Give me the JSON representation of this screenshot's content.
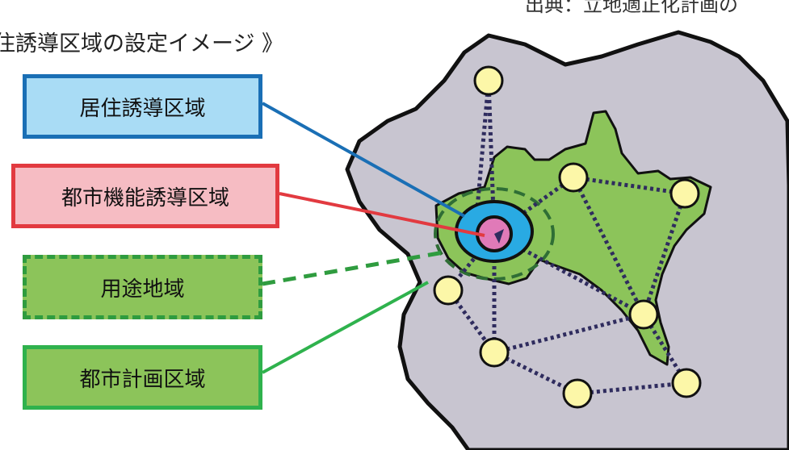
{
  "header": {
    "title": "住誘導区域の設定イメージ 》",
    "source_note": "出典：立地適正化計画の"
  },
  "legend": {
    "residential": "居住誘導区域",
    "urban_function": "都市機能誘導区域",
    "use_district": "用途地域",
    "city_planning": "都市計画区域"
  },
  "colors": {
    "residential_border": "#1a6fb5",
    "residential_fill": "#a9dcf5",
    "urban_function_border": "#e23a40",
    "urban_function_fill": "#f6bcc3",
    "use_district_border": "#2f9c3f",
    "city_planning_border": "#2fb24d",
    "green_fill": "#8cc45a",
    "gray_region": "#c8c5d0",
    "node_fill": "#fcf7a8",
    "link_color": "#2f2c5e"
  }
}
